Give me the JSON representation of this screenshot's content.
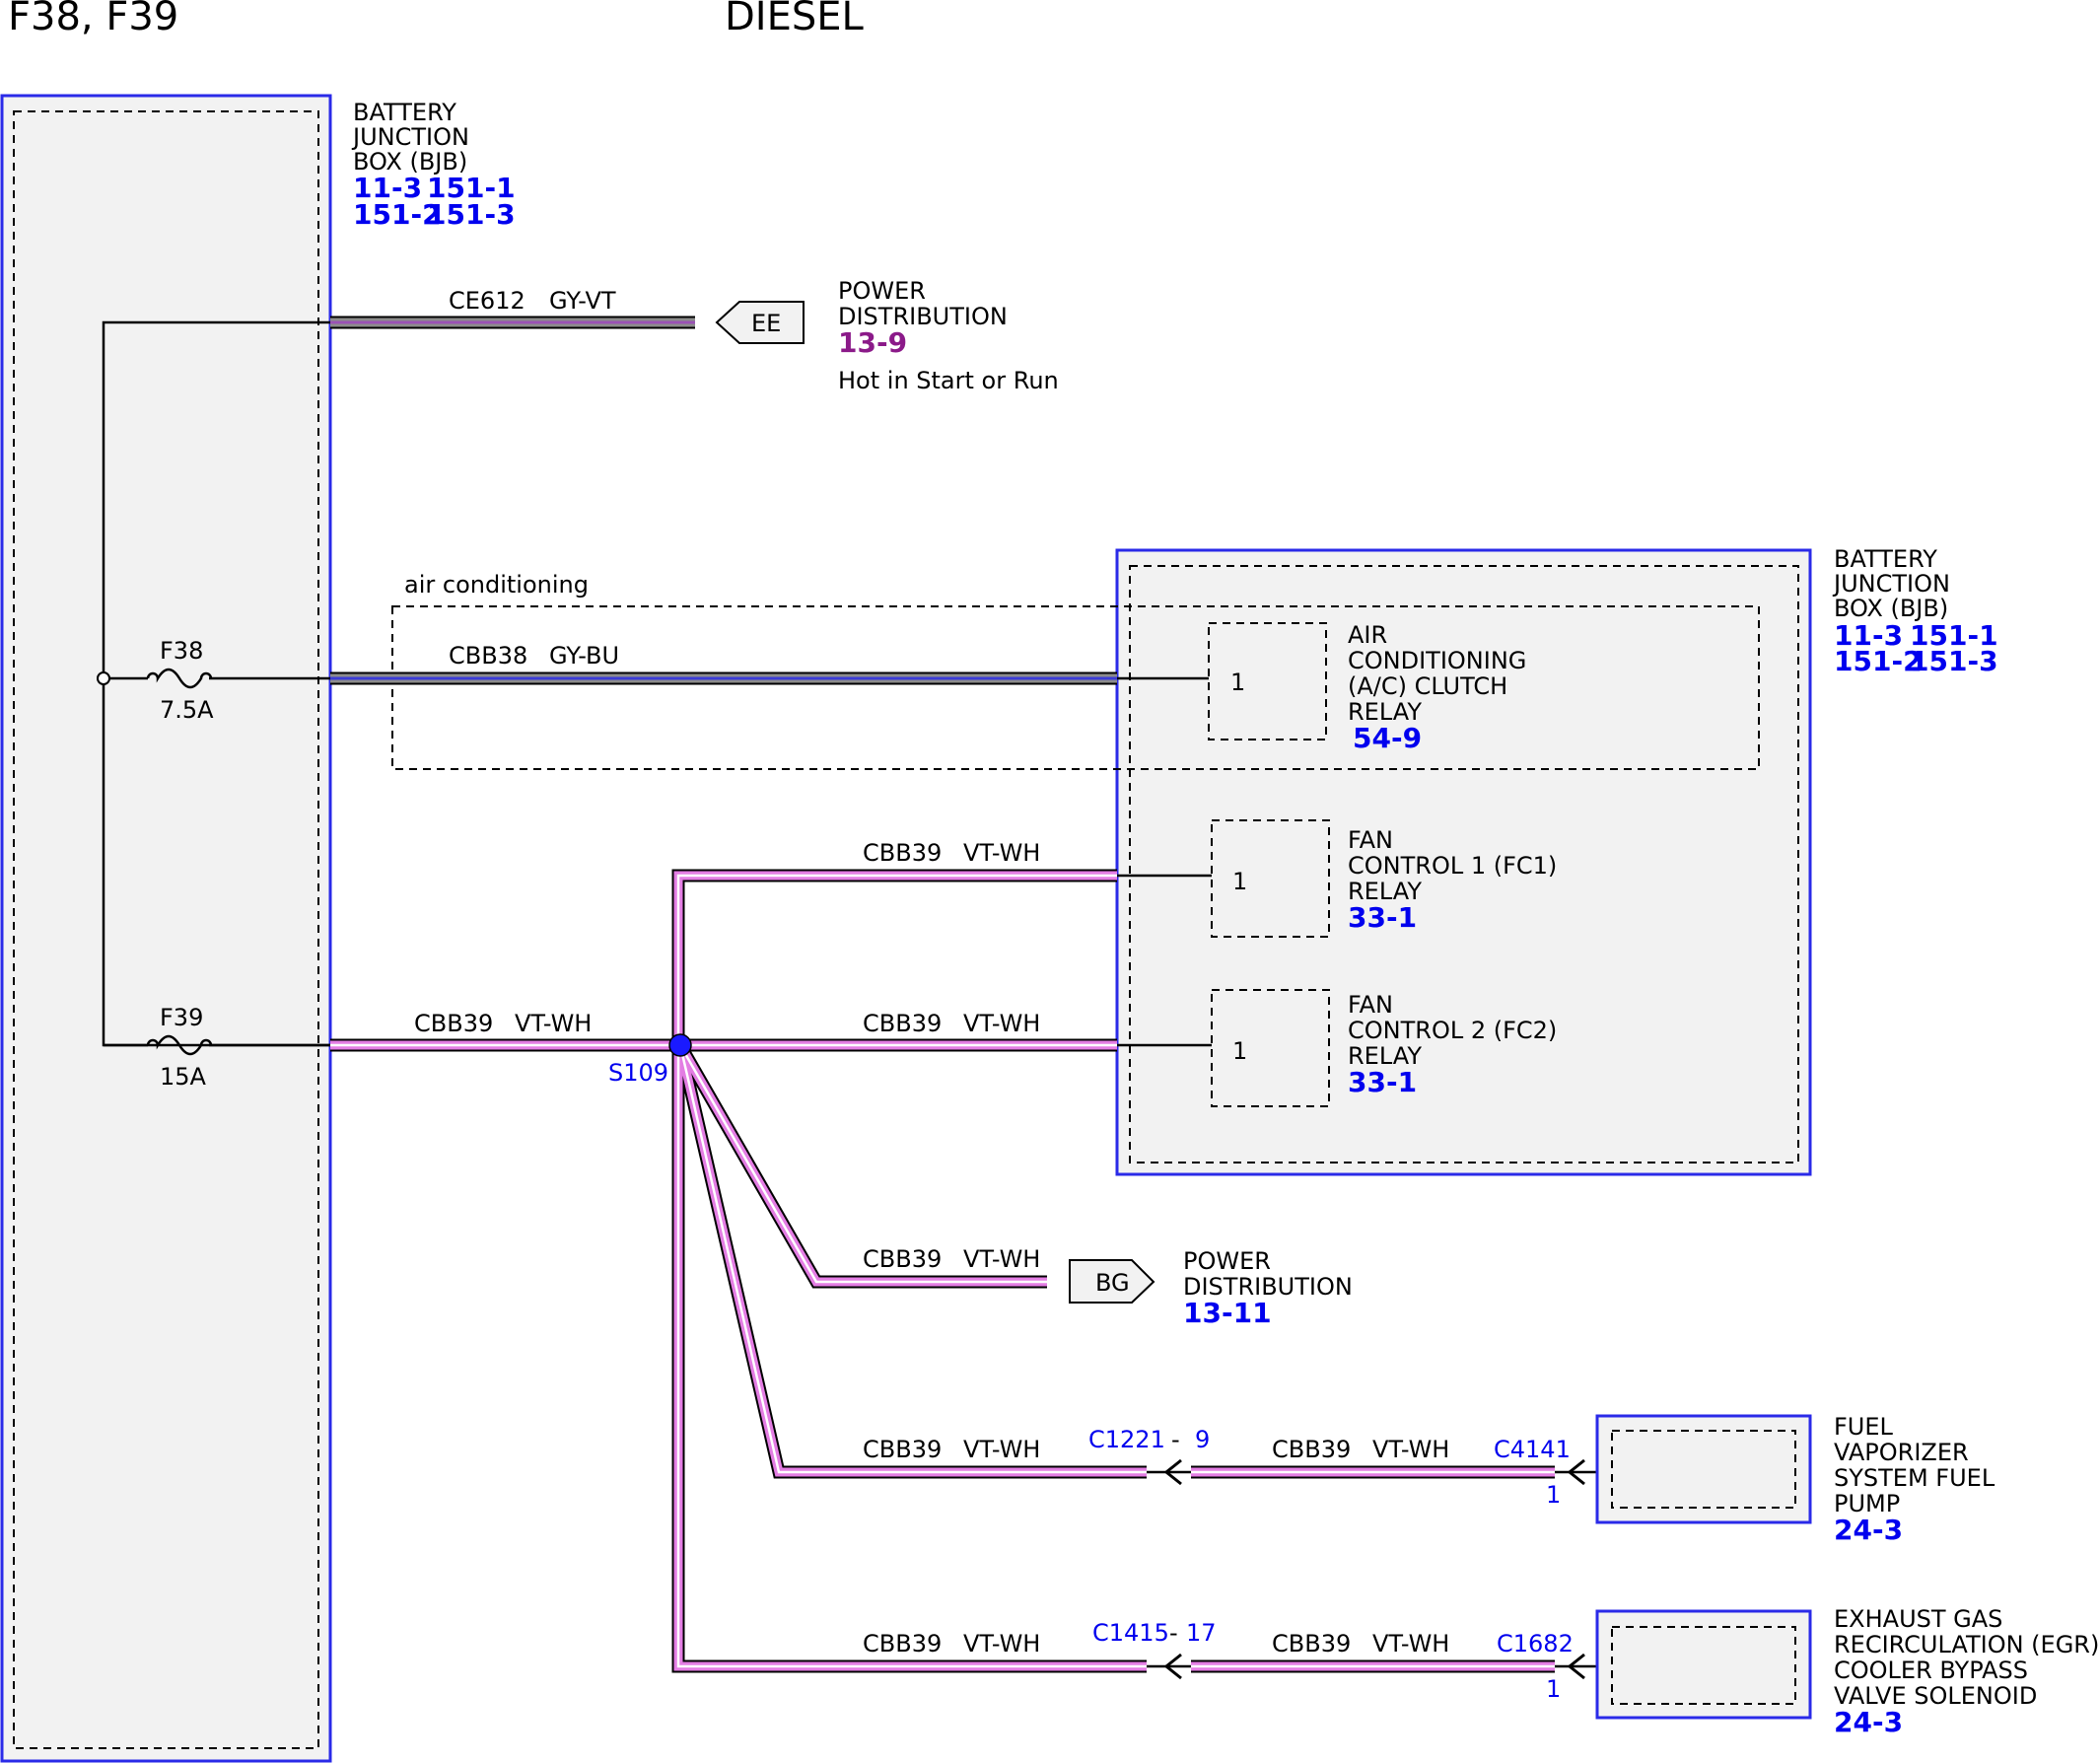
{
  "header": {
    "left": "F38, F39",
    "center": "DIESEL"
  },
  "colors": {
    "component_border": "#2a2ae8",
    "component_fill": "#f2f2f2",
    "wire_pink": "#e37de3",
    "wire_gray": "#8c8c8c",
    "wire_blue": "#3b3bd6",
    "wire_violet": "#9a52b5",
    "ref_blue": "#0000ee",
    "ref_purple": "#8b1a89"
  },
  "bjb_left": {
    "name_lines": [
      "BATTERY",
      "JUNCTION",
      "BOX (BJB)"
    ],
    "refs": [
      "11-3",
      "151-1",
      "151-2",
      "151-3"
    ]
  },
  "fuses": [
    {
      "name": "F38",
      "rating": "7.5A"
    },
    {
      "name": "F39",
      "rating": "15A"
    }
  ],
  "wire_ce612": {
    "circuit": "CE612",
    "color": "GY-VT"
  },
  "connector_ee": {
    "label": "EE",
    "dest_lines": [
      "POWER",
      "DISTRIBUTION"
    ],
    "ref": "13-9",
    "note": "Hot in Start or Run"
  },
  "option_box": {
    "label": "air conditioning"
  },
  "wire_cbb38": {
    "circuit": "CBB38",
    "color": "GY-BU"
  },
  "wire_cbb39": {
    "circuit": "CBB39",
    "color": "VT-WH"
  },
  "splice": {
    "label": "S109"
  },
  "bjb_right": {
    "name_lines": [
      "BATTERY",
      "JUNCTION",
      "BOX (BJB)"
    ],
    "refs": [
      "11-3",
      "151-1",
      "151-2",
      "151-3"
    ]
  },
  "relays": [
    {
      "pin": "1",
      "name_lines": [
        "AIR",
        "CONDITIONING",
        "(A/C) CLUTCH",
        "RELAY"
      ],
      "ref": "54-9"
    },
    {
      "pin": "1",
      "name_lines": [
        "FAN",
        "CONTROL 1 (FC1)",
        "RELAY"
      ],
      "ref": "33-1"
    },
    {
      "pin": "1",
      "name_lines": [
        "FAN",
        "CONTROL 2 (FC2)",
        "RELAY"
      ],
      "ref": "33-1"
    }
  ],
  "connector_bg": {
    "label": "BG",
    "dest_lines": [
      "POWER",
      "DISTRIBUTION"
    ],
    "ref": "13-11"
  },
  "inline_connectors": [
    {
      "name": "C1221",
      "pin": "9",
      "dash": "-"
    },
    {
      "name": "C1415",
      "pin": "17",
      "dash": "-"
    }
  ],
  "component_connectors": [
    {
      "name": "C4141",
      "pin": "1"
    },
    {
      "name": "C1682",
      "pin": "1"
    }
  ],
  "components": [
    {
      "name_lines": [
        "FUEL",
        "VAPORIZER",
        "SYSTEM FUEL",
        "PUMP"
      ],
      "ref": "24-3"
    },
    {
      "name_lines": [
        "EXHAUST GAS",
        "RECIRCULATION (EGR)",
        "COOLER BYPASS",
        "VALVE SOLENOID"
      ],
      "ref": "24-3"
    }
  ]
}
